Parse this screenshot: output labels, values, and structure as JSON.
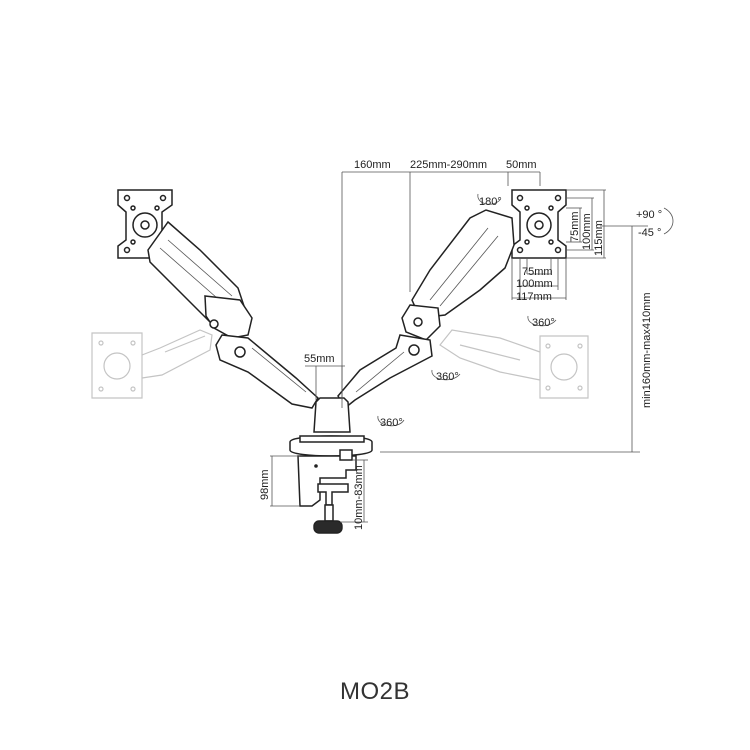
{
  "product": {
    "model": "MO2B"
  },
  "dimensions": {
    "arm_offset": "160mm",
    "arm_reach": "225mm-290mm",
    "tilt_offset": "50mm",
    "pole_width": "55mm",
    "clamp_height": "98mm",
    "clamp_range": "10mm-83mm",
    "height_range": "min160mm-max410mm",
    "vesa_h_75": "75mm",
    "vesa_h_100": "100mm",
    "vesa_h_117": "117mm",
    "vesa_v_75": "75mm",
    "vesa_v_100": "100mm",
    "vesa_v_115": "115mm"
  },
  "rotations": {
    "rotate_180": "180°",
    "swivel_arm": "360°",
    "swivel_elbow": "360°",
    "swivel_base": "360°",
    "tilt_up": "+90 °",
    "tilt_down": "-45 °"
  },
  "colors": {
    "line": "#222222",
    "ghost": "#c4c4c4",
    "dimension": "#555555"
  }
}
